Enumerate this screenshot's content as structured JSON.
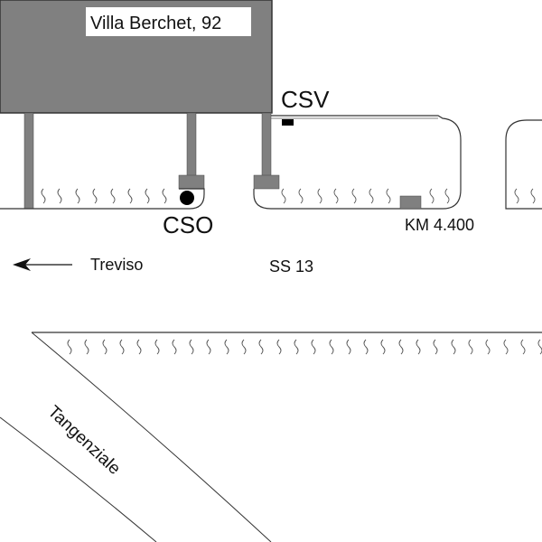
{
  "diagram": {
    "title": "Site map near Villa Berchet",
    "labels": {
      "building": "Villa Berchet, 92",
      "csv": "CSV",
      "cso": "CSO",
      "km": "KM 4.400",
      "direction": "Treviso",
      "road": "SS 13",
      "bypass": "Tangenziale"
    },
    "icons": {
      "direction_arrow": "arrow-left-icon",
      "cso_marker": "filled-circle",
      "csv_marker": "black-rectangle",
      "km_marker": "gray-rectangle",
      "vegetation": "wavy-line"
    },
    "colors": {
      "building_fill": "#808080",
      "outline": "#333333",
      "marker_black": "#000000",
      "label_bg": "#ffffff",
      "text": "#111111"
    }
  }
}
